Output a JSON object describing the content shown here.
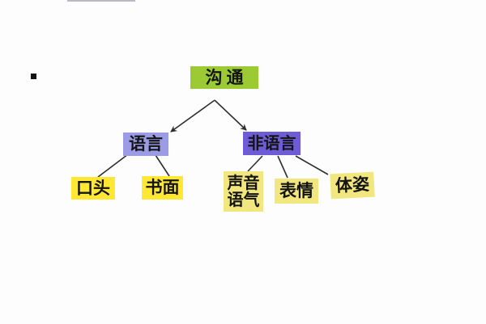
{
  "page": {
    "background_color": "#fdfdfe",
    "bullet_glyph": "▪"
  },
  "diagram": {
    "title_node": {
      "label": "沟通",
      "color": "#9bca33"
    },
    "level1": [
      {
        "id": "yuyan",
        "label": "语言",
        "color": "#9c9ce6",
        "parent": "沟通"
      },
      {
        "id": "feiyuyan",
        "label": "非语言",
        "color": "#6d5cd6",
        "parent": "沟通"
      }
    ],
    "level2": [
      {
        "id": "koutou",
        "label": "口头",
        "color": "#ffe733",
        "parent": "语言"
      },
      {
        "id": "shumian",
        "label": "书面",
        "color": "#ffe733",
        "parent": "语言"
      },
      {
        "id": "shengyin",
        "label": "声音语气",
        "label_lines": [
          "声音",
          "语气"
        ],
        "color": "#f1e77e",
        "parent": "非语言"
      },
      {
        "id": "biaoqing",
        "label": "表情",
        "color": "#f1e77e",
        "parent": "非语言"
      },
      {
        "id": "tizi",
        "label": "体姿",
        "color": "#f1e77e",
        "parent": "非语言"
      }
    ],
    "edge_color": "#2e2e2e",
    "arrowed_edges": [
      "沟通→语言",
      "沟通→非语言"
    ]
  }
}
